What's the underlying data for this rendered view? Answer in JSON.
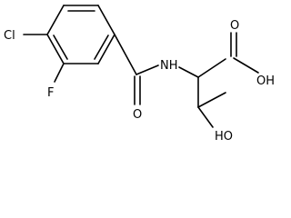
{
  "molecule": {
    "atoms": {
      "chlorine": "Cl",
      "fluorine": "F",
      "amide_nitrogen": "NH",
      "amide_oxygen": "O",
      "acid_oxygen": "O",
      "acid_hydroxyl": "OH",
      "side_chain_hydroxyl": "HO"
    }
  }
}
